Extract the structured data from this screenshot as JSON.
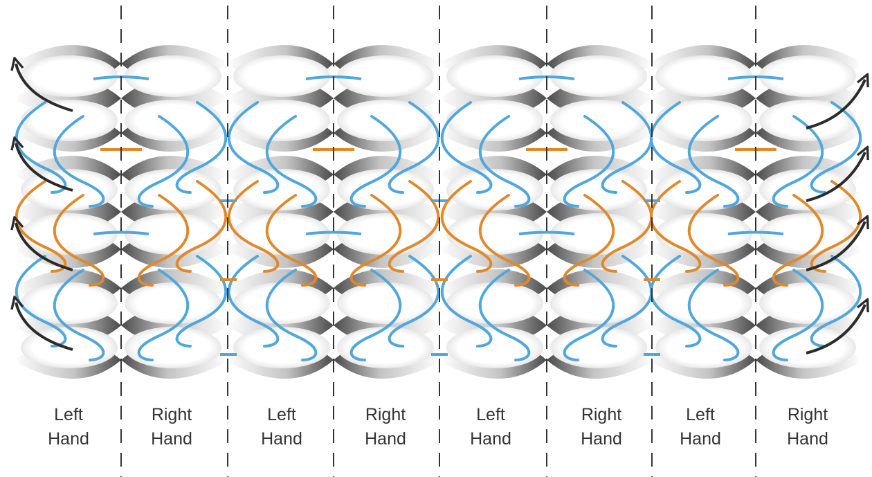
{
  "labels": [
    {
      "line1": "Left",
      "line2": "Hand"
    },
    {
      "line1": "Right",
      "line2": "Hand"
    },
    {
      "line1": "Left",
      "line2": "Hand"
    },
    {
      "line1": "Right",
      "line2": "Hand"
    },
    {
      "line1": "Left",
      "line2": "Hand"
    },
    {
      "line1": "Right",
      "line2": "Hand"
    },
    {
      "line1": "Left",
      "line2": "Hand"
    },
    {
      "line1": "Right",
      "line2": "Hand"
    }
  ],
  "colors": {
    "blue_helix": "#4fa7dc",
    "orange_helix": "#e0892a",
    "surface_dark": "#4a4a4a",
    "surface_light": "#f2f2f2",
    "arrow": "#2b2b2b",
    "divider": "#333333"
  }
}
